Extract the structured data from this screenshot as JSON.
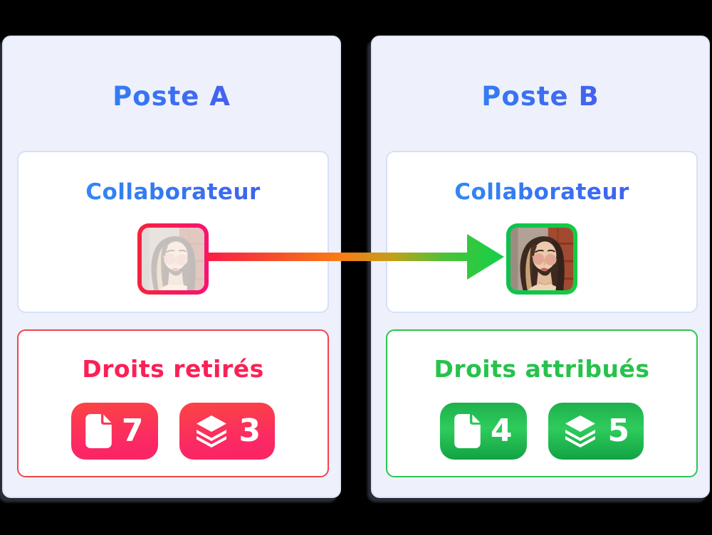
{
  "canvas": {
    "background": "#000000"
  },
  "arrow": {
    "direction": "left-to-right",
    "meaning": "transfer from Poste A to Poste B",
    "gradient": [
      "#fb1c46",
      "#f97c12",
      "#c0a01c",
      "#12d04a"
    ]
  },
  "panels": [
    {
      "title": "Poste A",
      "title_color": "#2e86f3",
      "collaborator": {
        "title": "Collaborateur",
        "title_color": "#2f8cf5",
        "avatar": {
          "description": "woman-portrait-photo",
          "state": "faded",
          "border_colors": [
            "#f6233c",
            "#fa1273"
          ]
        }
      },
      "rights": {
        "title": "Droits retirés",
        "color": "#fb2056",
        "border_color": "#f4424f",
        "badge_gradient": [
          "#fb4346",
          "#f92562"
        ],
        "badges": [
          {
            "icon": "document-icon",
            "value": "7"
          },
          {
            "icon": "layers-icon",
            "value": "3"
          }
        ]
      }
    },
    {
      "title": "Poste B",
      "title_color": "#2e86f3",
      "collaborator": {
        "title": "Collaborateur",
        "title_color": "#2f8cf5",
        "avatar": {
          "description": "woman-portrait-photo",
          "state": "active",
          "border_colors": [
            "#0cc24f",
            "#16cb42"
          ]
        }
      },
      "rights": {
        "title": "Droits attribués",
        "color": "#27c24c",
        "border_color": "#2cc455",
        "badge_gradient": [
          "#1eb04c",
          "#12a243"
        ],
        "badges": [
          {
            "icon": "document-icon",
            "value": "4"
          },
          {
            "icon": "layers-icon",
            "value": "5"
          }
        ]
      }
    }
  ]
}
